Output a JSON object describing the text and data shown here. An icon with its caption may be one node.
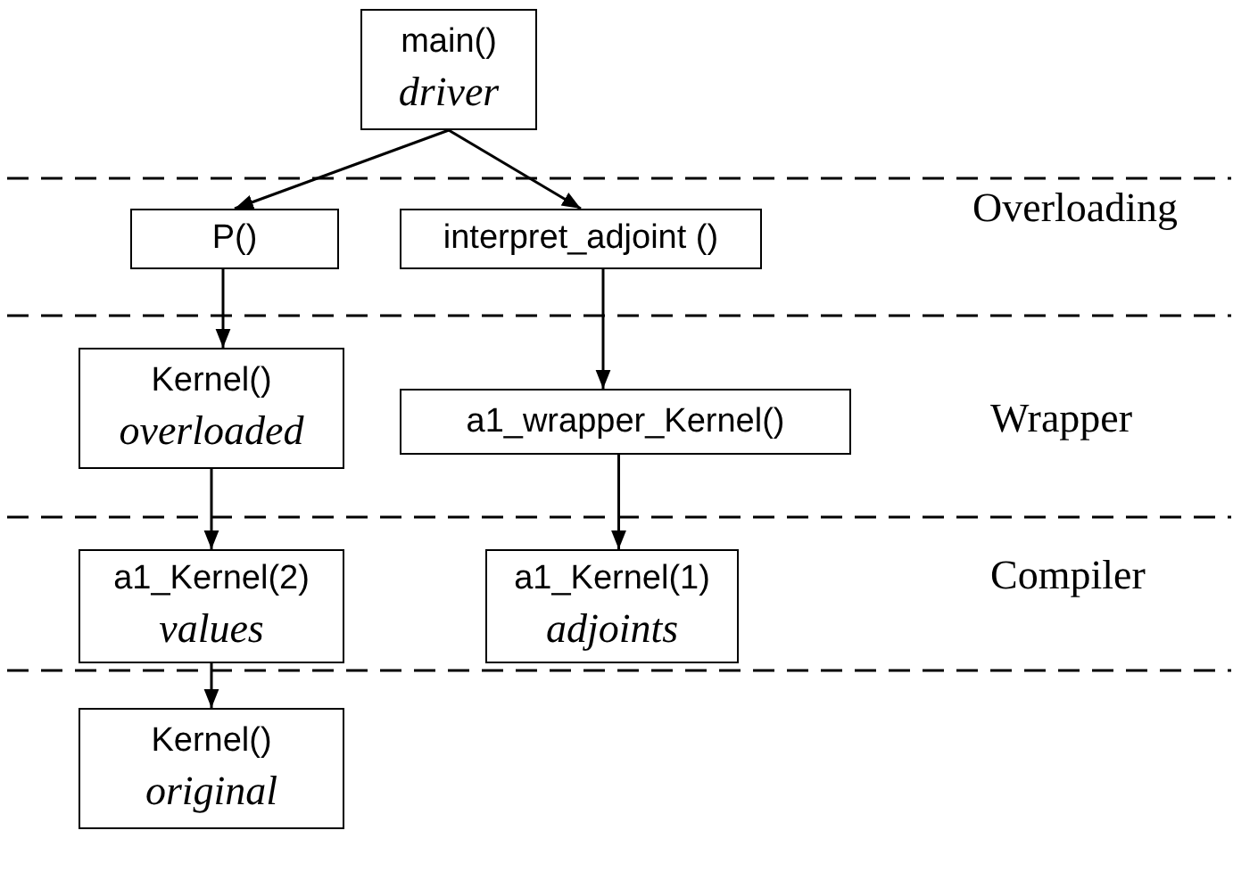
{
  "diagram": {
    "nodes": [
      {
        "text": [
          "main()",
          "driver"
        ]
      },
      {
        "text": [
          "P()"
        ]
      },
      {
        "text": [
          "interpret_adjoint ()"
        ]
      },
      {
        "text": [
          "Kernel()",
          "overloaded"
        ]
      },
      {
        "text": [
          "a1_wrapper_Kernel()"
        ]
      },
      {
        "text": [
          "a1_Kernel(2)",
          "values"
        ]
      },
      {
        "text": [
          "a1_Kernel(1)",
          "adjoints"
        ]
      },
      {
        "text": [
          "Kernel()",
          "original"
        ]
      }
    ],
    "edges": [
      {
        "from": 0,
        "to": 1,
        "arrow": "to"
      },
      {
        "from": 0,
        "to": 2,
        "arrow": "to"
      },
      {
        "from": 1,
        "to": 3,
        "arrow": "to"
      },
      {
        "from": 2,
        "to": 4,
        "arrow": "to"
      },
      {
        "from": 3,
        "to": 5,
        "arrow": "to"
      },
      {
        "from": 4,
        "to": 6,
        "arrow": "to"
      },
      {
        "from": 5,
        "to": 7,
        "arrow": "to"
      }
    ],
    "labels": [
      "Overloading",
      "Wrapper",
      "Compiler"
    ]
  }
}
